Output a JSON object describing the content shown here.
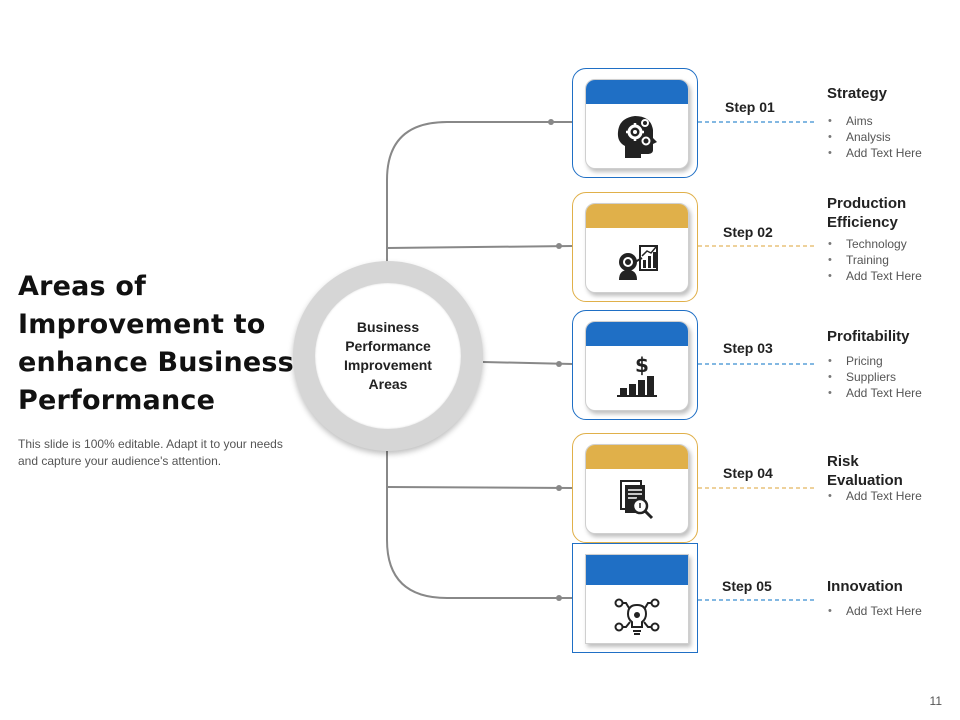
{
  "title_lines": [
    "Areas of",
    "Improvement to",
    "enhance Business",
    "Performance"
  ],
  "subtitle": "This slide is 100% editable. Adapt it to your needs and capture your audience's attention.",
  "hub": {
    "lines": [
      "Business",
      "Performance",
      "Improvement",
      "Areas"
    ]
  },
  "colors": {
    "blue": "#1f6fc5",
    "gold": "#e0b04a",
    "connector": "#888888",
    "dash_blue": "#5aa0d8",
    "dash_gold": "#e8c27a"
  },
  "steps": [
    {
      "label": "Step 01",
      "title_lines": [
        "Strategy"
      ],
      "bullets": [
        "Aims",
        "Analysis",
        "Add Text Here"
      ],
      "accent": "blue",
      "icon": "head-gears-icon"
    },
    {
      "label": "Step 02",
      "title_lines": [
        "Production",
        "Efficiency"
      ],
      "bullets": [
        "Technology",
        "Training",
        "Add Text Here"
      ],
      "accent": "gold",
      "icon": "presenter-chart-icon"
    },
    {
      "label": "Step 03",
      "title_lines": [
        "Profitability"
      ],
      "bullets": [
        "Pricing",
        "Suppliers",
        "Add Text Here"
      ],
      "accent": "blue",
      "icon": "dollar-growth-icon"
    },
    {
      "label": "Step 04",
      "title_lines": [
        "Risk",
        "Evaluation"
      ],
      "bullets": [
        "Add Text Here"
      ],
      "accent": "gold",
      "icon": "document-search-icon"
    },
    {
      "label": "Step 05",
      "title_lines": [
        "Innovation"
      ],
      "bullets": [
        "Add Text Here"
      ],
      "accent": "blue",
      "icon": "bulb-gears-icon"
    }
  ],
  "page_number": "11"
}
